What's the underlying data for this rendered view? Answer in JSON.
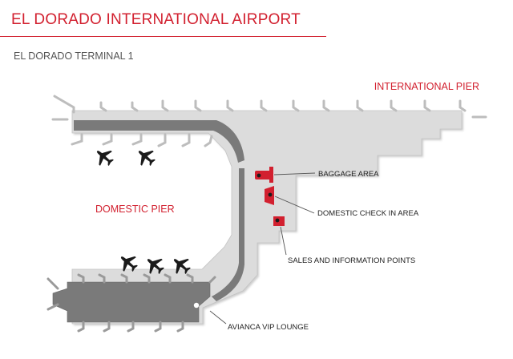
{
  "header": {
    "title": "EL DORADO INTERNATIONAL AIRPORT",
    "subtitle": "EL DORADO TERMINAL 1"
  },
  "map": {
    "pier_labels": {
      "international": "INTERNATIONAL PIER",
      "domestic": "DOMESTIC PIER"
    },
    "callouts": {
      "baggage": "BAGGAGE AREA",
      "checkin": "DOMESTIC CHECK IN AREA",
      "sales": "SALES AND INFORMATION POINTS",
      "vip": "AVIANCA VIP LOUNGE"
    }
  },
  "colors": {
    "accent": "#d2202f",
    "terminal_light": "#dcdcdc",
    "terminal_dark": "#7a7a7a",
    "text_dark": "#222222"
  },
  "icons": [
    "airplane-icon",
    "baggage-marker-icon",
    "checkin-marker-icon",
    "sales-marker-icon",
    "vip-marker-icon"
  ]
}
